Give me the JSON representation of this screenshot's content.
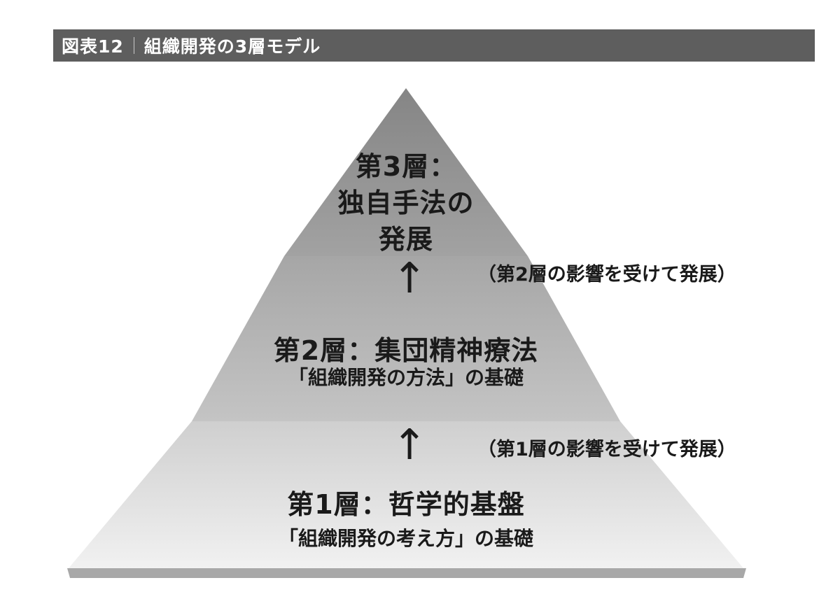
{
  "header": {
    "figure_number": "図表12",
    "title": "組織開発の3層モデル"
  },
  "layers": {
    "layer3": {
      "title_line1": "第3層：",
      "title_line2": "独自手法の",
      "title_line3": "発展"
    },
    "layer2": {
      "title": "第2層：集団精神療法",
      "subtitle": "「組織開発の方法」の基礎"
    },
    "layer1": {
      "title": "第1層：哲学的基盤",
      "subtitle": "「組織開発の考え方」の基礎"
    }
  },
  "notes": {
    "from_layer2": "（第2層の影響を受けて発展）",
    "from_layer1": "（第1層の影響を受けて発展）"
  },
  "icons": {
    "arrow_up": "↑"
  },
  "colors": {
    "header_bg": "#5e5e5e",
    "top_layer": "#8f8f8f",
    "middle_layer": "#b0b0b0",
    "bottom_layer": "#e6e6e6",
    "base_shadow": "#a8a8a8"
  }
}
